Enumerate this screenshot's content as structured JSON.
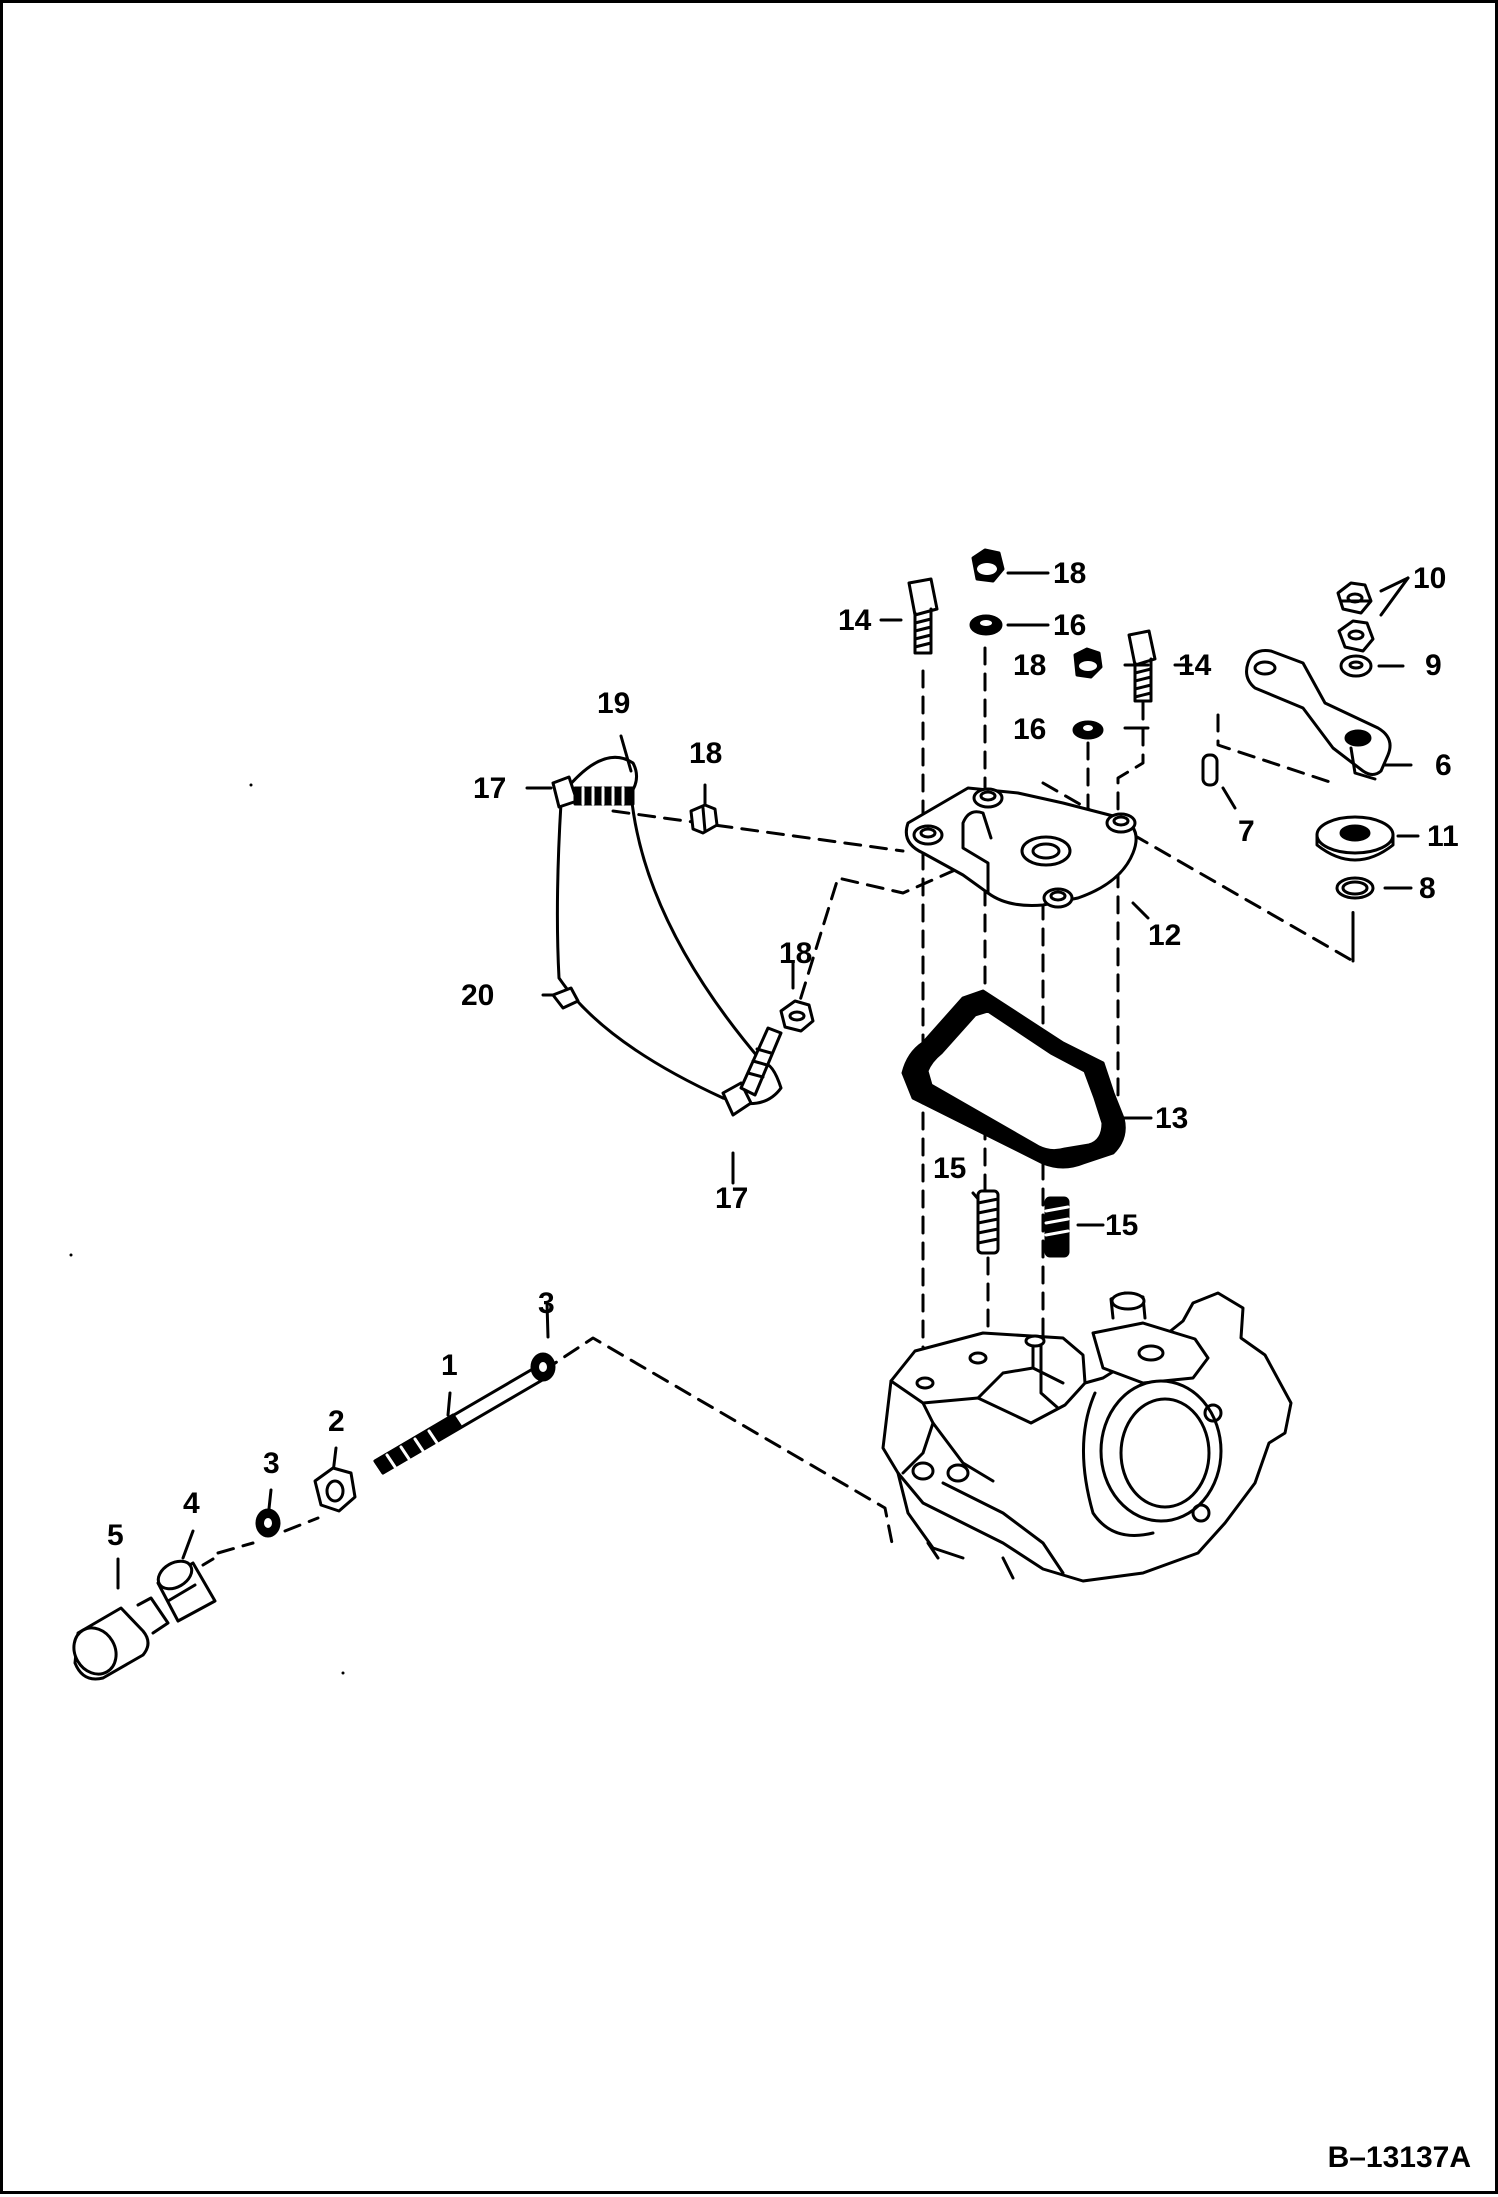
{
  "figure_id": "B–13137A",
  "callouts": {
    "c1": "1",
    "c2": "2",
    "c3a": "3",
    "c3b": "3",
    "c4": "4",
    "c5": "5",
    "c6": "6",
    "c7": "7",
    "c8": "8",
    "c9": "9",
    "c10": "10",
    "c11": "11",
    "c12": "12",
    "c13": "13",
    "c14a": "14",
    "c14b": "14",
    "c15a": "15",
    "c15b": "15",
    "c16a": "16",
    "c16b": "16",
    "c17a": "17",
    "c17b": "17",
    "c18a": "18",
    "c18b": "18",
    "c18c": "18",
    "c18d": "18",
    "c19": "19",
    "c20": "20"
  },
  "colors": {
    "ink": "#000000",
    "paper": "#ffffff"
  }
}
